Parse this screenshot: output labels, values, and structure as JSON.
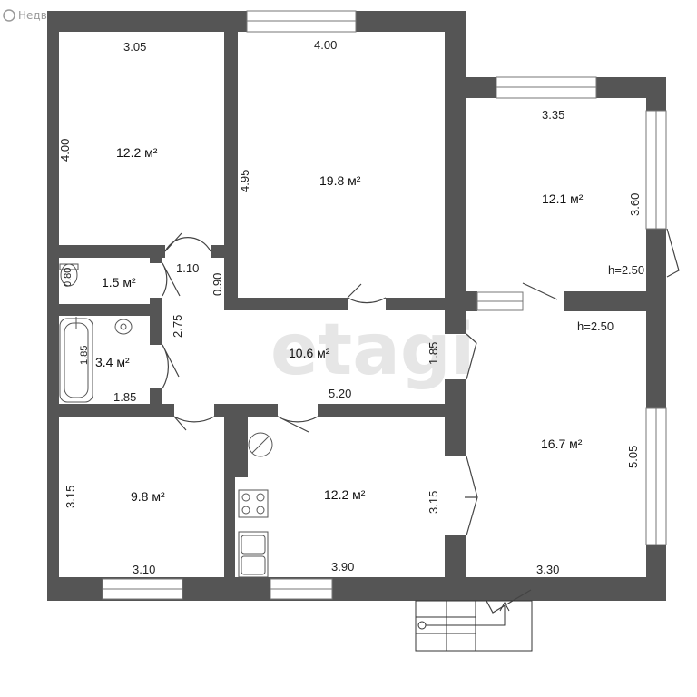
{
  "watermark": {
    "brand": "Недвижимость",
    "logo_text": "etagi"
  },
  "rooms": [
    {
      "id": "bedroom-top-left",
      "area": "12.2 м²",
      "width": "3.05",
      "height": "4.00"
    },
    {
      "id": "bedroom-top-middle",
      "area": "19.8 м²",
      "width": "4.00",
      "height": "4.95"
    },
    {
      "id": "bedroom-right",
      "area": "12.1 м²",
      "width": "3.35",
      "height": "3.60",
      "ceiling": "h=2.50"
    },
    {
      "id": "toilet",
      "area": "1.5 м²",
      "width": "1.10",
      "height": "0.80"
    },
    {
      "id": "bathroom",
      "area": "3.4 м²",
      "width": "1.85",
      "height": "1.85"
    },
    {
      "id": "hallway",
      "area": "10.6 м²",
      "width": "5.20",
      "height": "1.85",
      "side": "2.75",
      "door_gap": "0.90"
    },
    {
      "id": "living-right",
      "area": "16.7 м²",
      "width": "3.30",
      "height": "5.05",
      "ceiling": "h=2.50"
    },
    {
      "id": "bedroom-bottom-left",
      "area": "9.8 м²",
      "width": "3.10",
      "height": "3.15"
    },
    {
      "id": "kitchen",
      "area": "12.2 м²",
      "width": "3.90",
      "height": "3.15"
    }
  ]
}
